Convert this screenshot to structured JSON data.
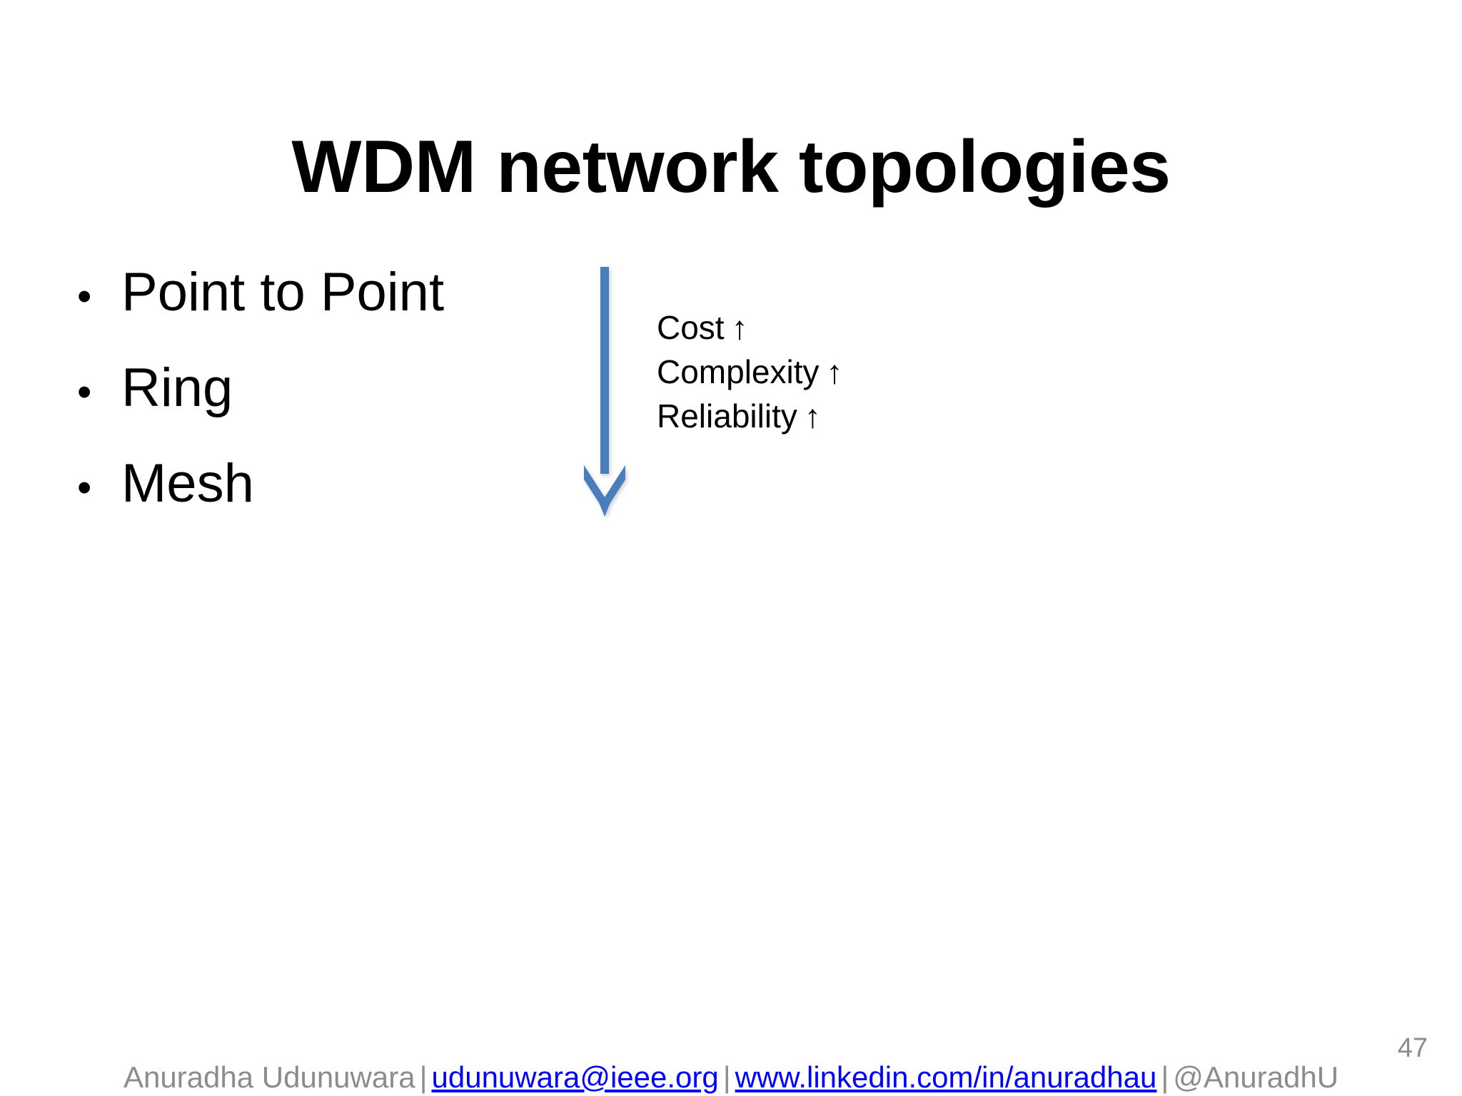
{
  "slide": {
    "title": "WDM network topologies",
    "page_number": "47",
    "background_color": "#ffffff",
    "accent_color": "#4a7ebb",
    "muted_text_color": "#8c8c8c",
    "link_color": "#0000ff"
  },
  "bullets": {
    "marker": "•",
    "items": [
      {
        "label": "Point to Point"
      },
      {
        "label": "Ring"
      },
      {
        "label": "Mesh"
      }
    ]
  },
  "arrow": {
    "icon_name": "down-arrow-icon",
    "direction": "down",
    "color": "#4a7ebb"
  },
  "metrics": {
    "trend_glyph": "↑",
    "items": [
      {
        "label": "Cost",
        "trend": "↑"
      },
      {
        "label": "Complexity",
        "trend": "↑"
      },
      {
        "label": "Reliability",
        "trend": "↑"
      }
    ]
  },
  "footer": {
    "author": "Anuradha Udunuwara",
    "separator_1": "|",
    "email": "udunuwara@ieee.org",
    "separator_2": "|",
    "linkedin": "www.linkedin.com/in/anuradhau",
    "separator_3": "|",
    "handle": "@AnuradhU"
  }
}
